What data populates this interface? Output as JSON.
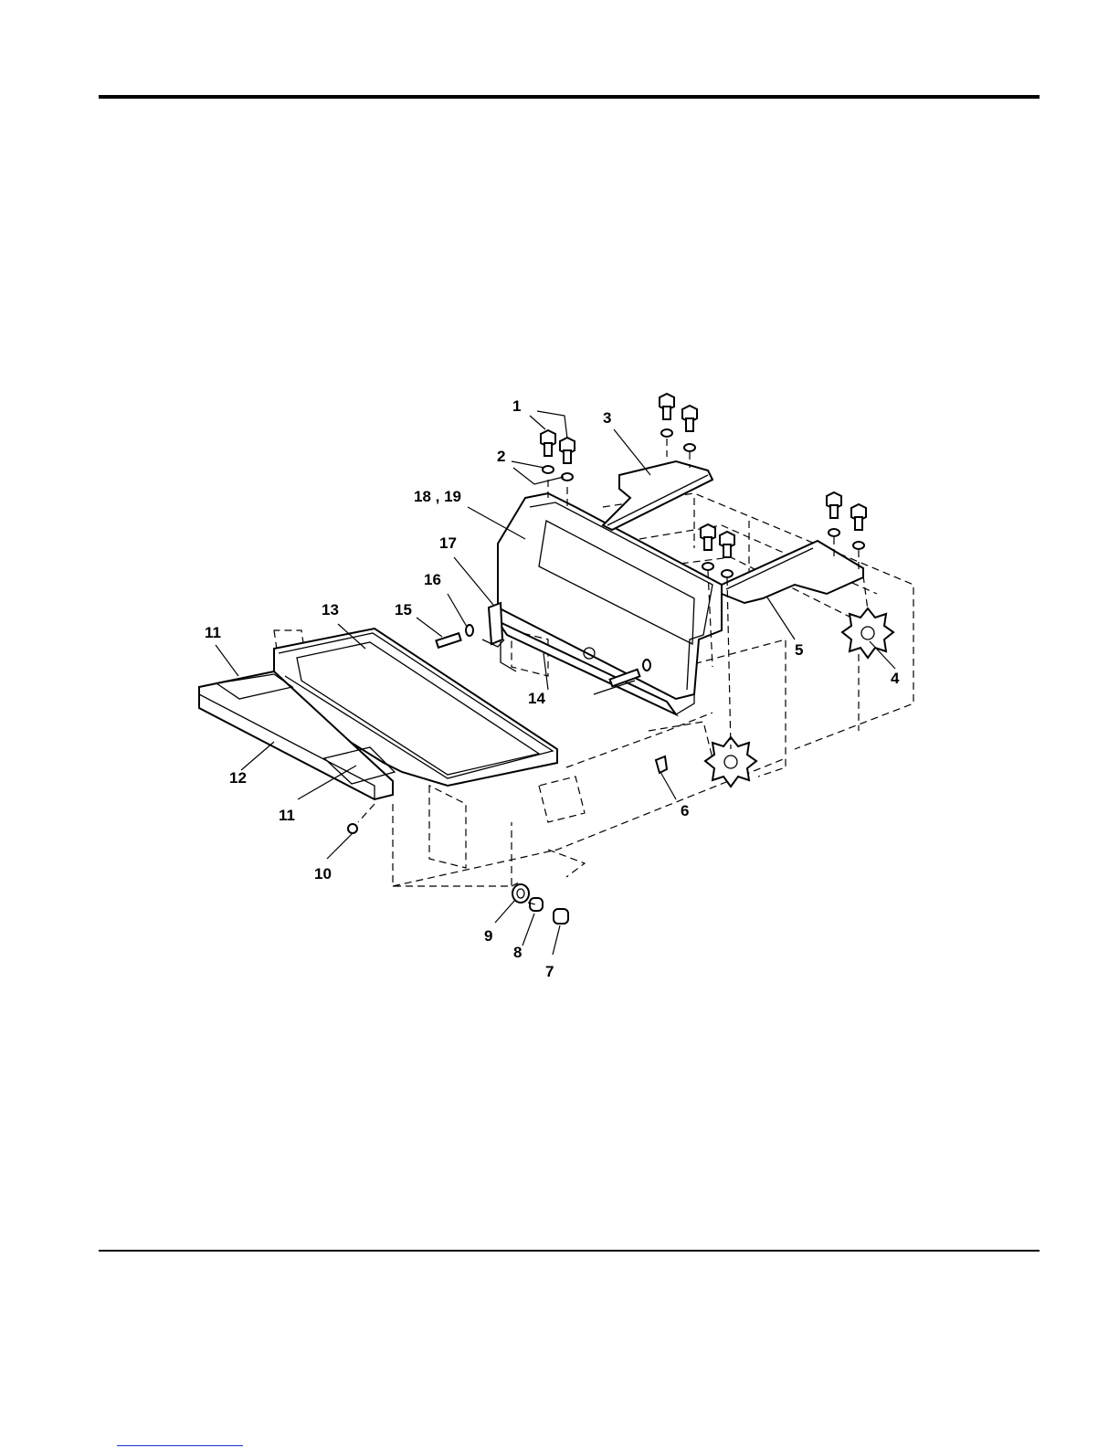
{
  "callouts": {
    "c1": "1",
    "c2": "2",
    "c3": "3",
    "c4": "4",
    "c5": "5",
    "c6": "6",
    "c7": "7",
    "c8": "8",
    "c9": "9",
    "c10": "10",
    "c11a": "11",
    "c11b": "11",
    "c12": "12",
    "c13": "13",
    "c14": "14",
    "c15": "15",
    "c16": "16",
    "c17": "17",
    "c18_19": "18 , 19"
  }
}
